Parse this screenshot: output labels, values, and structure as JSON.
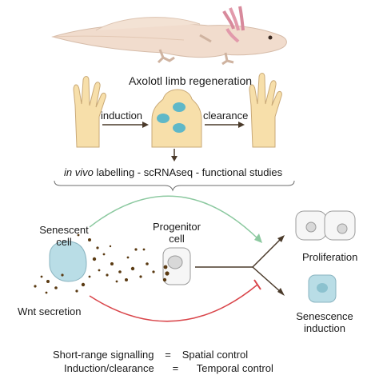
{
  "title": "Axolotl limb regeneration",
  "steps": {
    "induction": "induction",
    "clearance": "clearance"
  },
  "studies": {
    "italic": "in vivo",
    "rest": " labelling - scRNAseq - functional studies"
  },
  "cells": {
    "senescent": [
      "Senescent",
      "cell"
    ],
    "progenitor": [
      "Progenitor",
      "cell"
    ],
    "wnt": "Wnt secretion",
    "proliferation": "Proliferation",
    "senescence_induction": [
      "Senescence",
      "induction"
    ]
  },
  "legend": [
    {
      "left": "Short-range signalling",
      "eq": "=",
      "right": "Spatial control"
    },
    {
      "left": "Induction/clearance",
      "eq": "=",
      "right": "Temporal control"
    }
  ],
  "colors": {
    "limb_fill": "#f7dfaa",
    "limb_stroke": "#c9a977",
    "senescent_fill": "#b9dde6",
    "green_arrow": "#8cc9a0",
    "red_arrow": "#d9454a",
    "dot_color": "#5a3a12"
  }
}
